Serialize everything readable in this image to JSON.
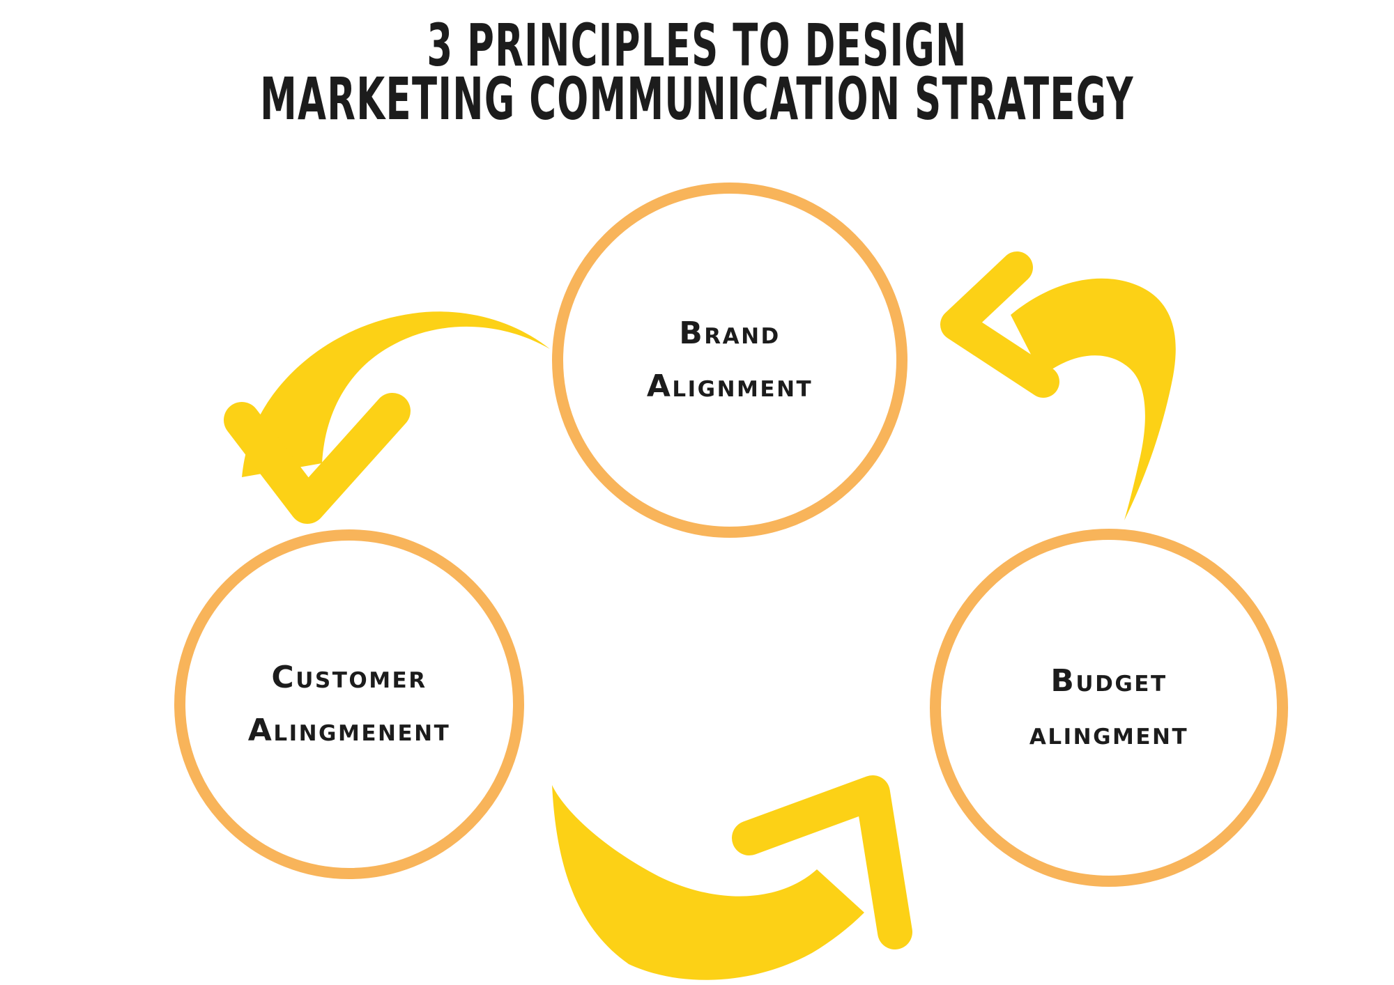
{
  "title": {
    "line1": "3 principles to design",
    "line2": "marketing communication strategy"
  },
  "diagram": {
    "type": "cycle",
    "nodes": [
      {
        "id": "brand",
        "lines": [
          "Brand",
          "Alignment"
        ]
      },
      {
        "id": "customer",
        "lines": [
          "Customer",
          "Alingmenent"
        ]
      },
      {
        "id": "budget",
        "lines": [
          "Budget",
          "alingment"
        ]
      }
    ],
    "arrows": [
      {
        "id": "brand-to-customer",
        "from": "brand",
        "to": "customer"
      },
      {
        "id": "customer-to-budget",
        "from": "customer",
        "to": "budget"
      },
      {
        "id": "budget-to-brand",
        "from": "budget",
        "to": "brand"
      }
    ]
  },
  "colors": {
    "background": "#FFFFFF",
    "circle_stroke": "#F8B45A",
    "arrow": "#FCD116",
    "text": "#1C1C1C"
  }
}
